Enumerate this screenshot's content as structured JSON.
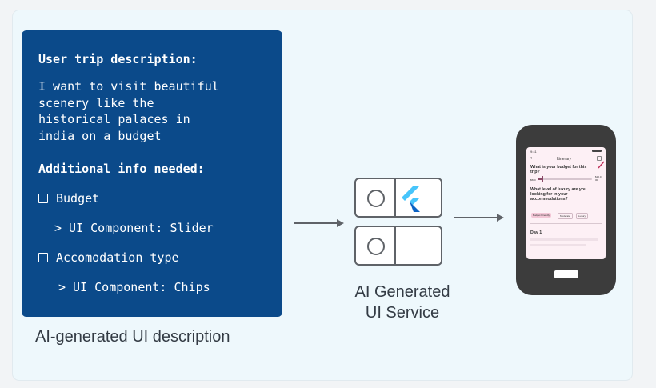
{
  "description_card": {
    "heading": "User trip description:",
    "text_lines": [
      "I want to visit beautiful",
      "scenery like the",
      "historical palaces in",
      "india on a budget"
    ],
    "additional_heading": "Additional info needed:",
    "items": [
      {
        "label": "Budget",
        "component": "> UI Component: Slider"
      },
      {
        "label": "Accomodation type",
        "component": "> UI Component: Chips"
      }
    ]
  },
  "caption": "AI-generated UI description",
  "service_label_lines": [
    "AI Generated",
    "UI Service"
  ],
  "phone": {
    "status_time": "9:41",
    "title": "Itinerary",
    "question1": "What is your budget for this trip?",
    "slider_min": "$500",
    "slider_max": "$10,0 00",
    "question2": "What level of luxury are you looking for in your accommodations?",
    "chips": [
      "Budget Friendly",
      "Moderate",
      "Luxury"
    ],
    "day_label": "Day 1"
  },
  "colors": {
    "card_bg": "#0b4a8a",
    "slide_bg": "#eef8fc",
    "phone_body": "#3c3c3c",
    "screen_bg": "#fdf0f5",
    "flutter_light": "#47c5fb",
    "flutter_dark": "#0b62c4"
  }
}
